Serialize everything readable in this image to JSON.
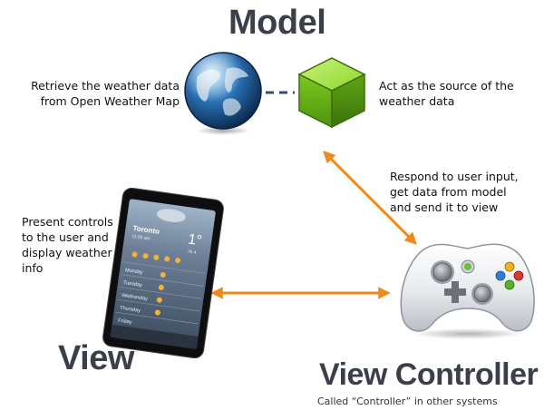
{
  "model": {
    "title": "Model",
    "left_caption": [
      "Retrieve the weather data",
      "from Open Weather Map"
    ],
    "right_caption": [
      "Act as the source of the",
      "weather data"
    ]
  },
  "view": {
    "title": "View",
    "caption": [
      "Present controls",
      "to the user and",
      "display weather",
      "info"
    ],
    "phone": {
      "city": "Toronto",
      "time": "11:05 am",
      "temp": "1°",
      "hi_lo": "Hi 4",
      "days": [
        "Monday",
        "Tuesday",
        "Wednesday",
        "Thursday",
        "Friday"
      ]
    }
  },
  "controller": {
    "title": "View Controller",
    "subtitle": "Called “Controller” in other systems",
    "caption": [
      "Respond to user input,",
      "get data from model",
      "and send it to view"
    ]
  },
  "colors": {
    "arrow": "#f08a1c",
    "connector": "#2f4f73",
    "heading": "#3a3f4a",
    "cube": "#7cc81e"
  },
  "icons": {
    "model_data": "globe-icon",
    "model_source": "cube-icon",
    "view": "phone-icon",
    "controller": "gamepad-icon"
  }
}
